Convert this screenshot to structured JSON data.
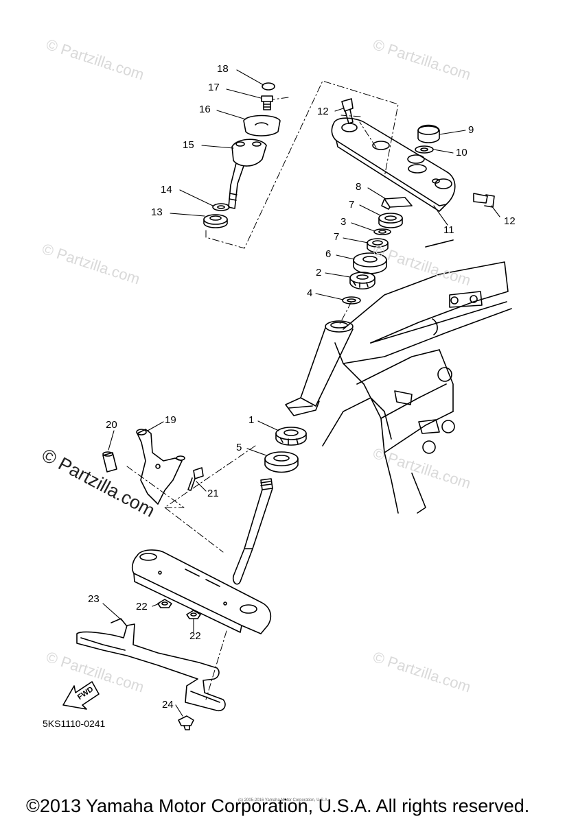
{
  "watermarks": {
    "text": "© Partzilla.com",
    "emphasized_text": "© Partzilla.com"
  },
  "callouts": [
    "18",
    "17",
    "16",
    "15",
    "14",
    "13",
    "12",
    "9",
    "10",
    "8",
    "7",
    "3",
    "7",
    "6",
    "2",
    "4",
    "11",
    "12",
    "1",
    "5",
    "20",
    "19",
    "21",
    "23",
    "22",
    "22",
    "24"
  ],
  "fwd_label": "FWD",
  "part_code": "5KS1110-0241",
  "small_copyright": "(c) 2005-2016 Yamaha Motor Corporation, U.S.A.",
  "copyright": "©2013 Yamaha Motor Corporation, U.S.A. All rights reserved."
}
